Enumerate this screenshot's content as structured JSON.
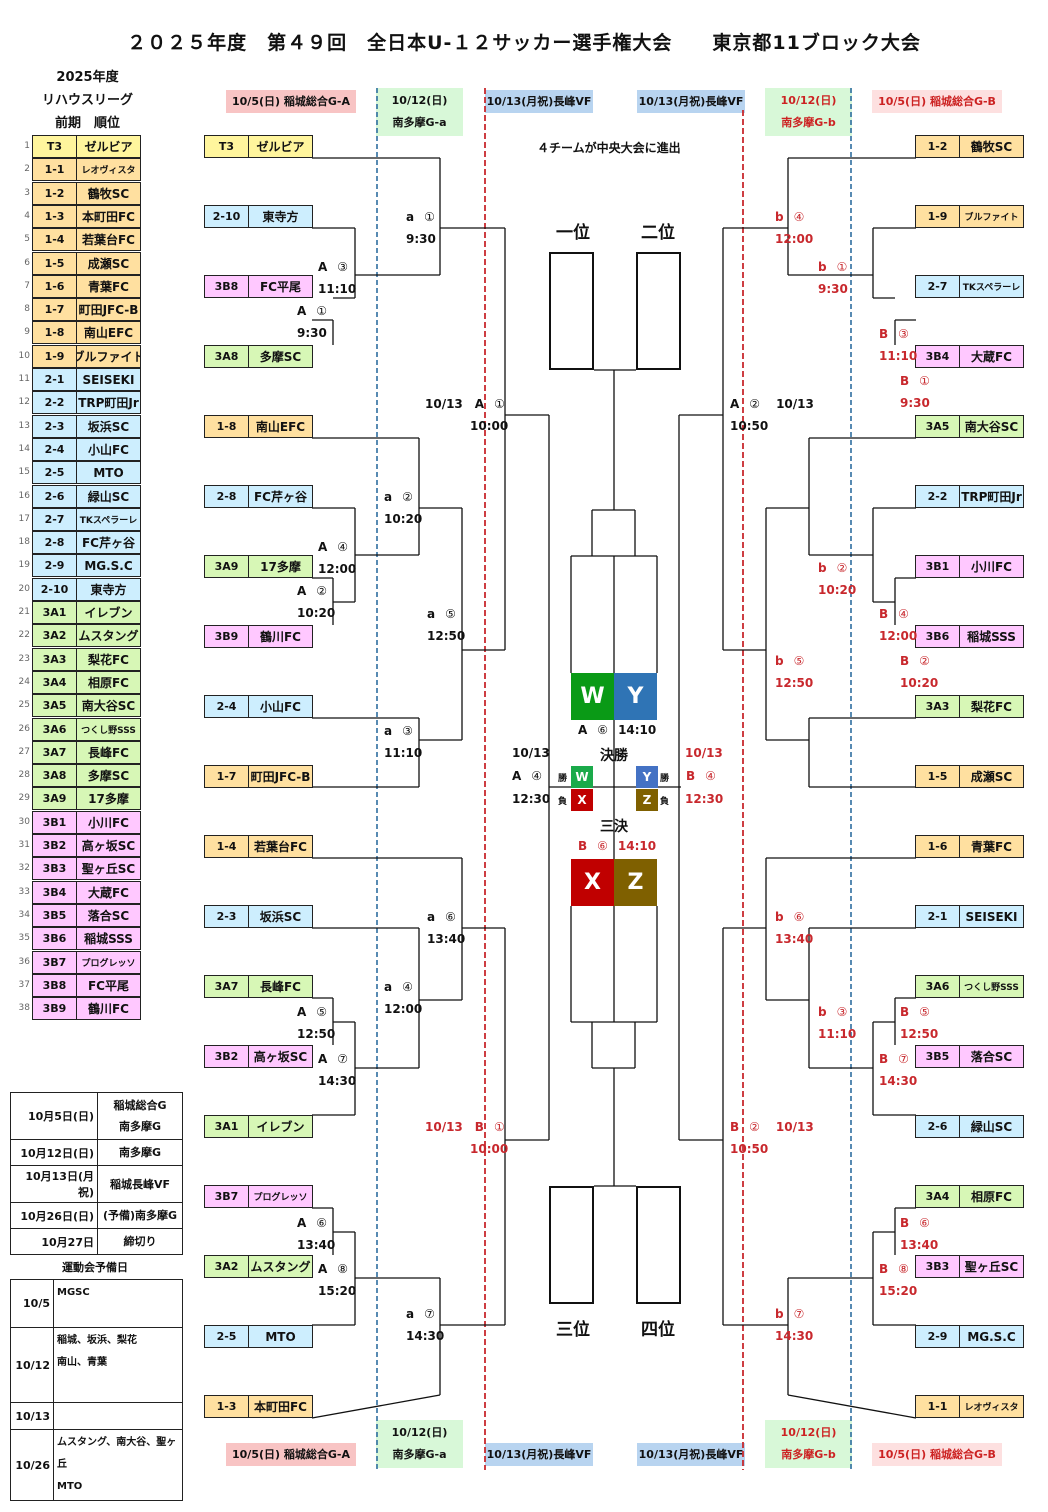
{
  "title": "２０２５年度　第４９回　全日本U-１２サッカー選手権大会　　東京都11ブロック大会",
  "league_header": [
    "2025年度",
    "リハウスリーグ",
    "前期　順位"
  ],
  "rankings": [
    {
      "n": "1",
      "seed": "T3",
      "name": "ゼルビア",
      "color": "y"
    },
    {
      "n": "2",
      "seed": "1-1",
      "name": "レオヴィスタ",
      "color": "o",
      "small": true
    },
    {
      "n": "3",
      "seed": "1-2",
      "name": "鶴牧SC",
      "color": "o"
    },
    {
      "n": "4",
      "seed": "1-3",
      "name": "本町田FC",
      "color": "o"
    },
    {
      "n": "5",
      "seed": "1-4",
      "name": "若葉台FC",
      "color": "o"
    },
    {
      "n": "6",
      "seed": "1-5",
      "name": "成瀬SC",
      "color": "o"
    },
    {
      "n": "7",
      "seed": "1-6",
      "name": "青葉FC",
      "color": "o"
    },
    {
      "n": "8",
      "seed": "1-7",
      "name": "町田JFC-B",
      "color": "o"
    },
    {
      "n": "9",
      "seed": "1-8",
      "name": "南山EFC",
      "color": "o"
    },
    {
      "n": "10",
      "seed": "1-9",
      "name": "ブルファイト",
      "color": "o"
    },
    {
      "n": "11",
      "seed": "2-1",
      "name": "SEISEKI",
      "color": "b"
    },
    {
      "n": "12",
      "seed": "2-2",
      "name": "TRP町田Jr",
      "color": "b"
    },
    {
      "n": "13",
      "seed": "2-3",
      "name": "坂浜SC",
      "color": "b"
    },
    {
      "n": "14",
      "seed": "2-4",
      "name": "小山FC",
      "color": "b"
    },
    {
      "n": "15",
      "seed": "2-5",
      "name": "MTO",
      "color": "b"
    },
    {
      "n": "16",
      "seed": "2-6",
      "name": "緑山SC",
      "color": "b"
    },
    {
      "n": "17",
      "seed": "2-7",
      "name": "TKスペラーレ",
      "color": "b",
      "small": true
    },
    {
      "n": "18",
      "seed": "2-8",
      "name": "FC芹ヶ谷",
      "color": "b"
    },
    {
      "n": "19",
      "seed": "2-9",
      "name": "MG.S.C",
      "color": "b"
    },
    {
      "n": "20",
      "seed": "2-10",
      "name": "東寺方",
      "color": "b"
    },
    {
      "n": "21",
      "seed": "3A1",
      "name": "イレブン",
      "color": "g"
    },
    {
      "n": "22",
      "seed": "3A2",
      "name": "ムスタング",
      "color": "g"
    },
    {
      "n": "23",
      "seed": "3A3",
      "name": "梨花FC",
      "color": "g"
    },
    {
      "n": "24",
      "seed": "3A4",
      "name": "相原FC",
      "color": "g"
    },
    {
      "n": "25",
      "seed": "3A5",
      "name": "南大谷SC",
      "color": "g"
    },
    {
      "n": "26",
      "seed": "3A6",
      "name": "つくし野SSS",
      "color": "g",
      "small": true
    },
    {
      "n": "27",
      "seed": "3A7",
      "name": "長峰FC",
      "color": "g"
    },
    {
      "n": "28",
      "seed": "3A8",
      "name": "多摩SC",
      "color": "g"
    },
    {
      "n": "29",
      "seed": "3A9",
      "name": "17多摩",
      "color": "g"
    },
    {
      "n": "30",
      "seed": "3B1",
      "name": "小川FC",
      "color": "p"
    },
    {
      "n": "31",
      "seed": "3B2",
      "name": "高ヶ坂SC",
      "color": "p"
    },
    {
      "n": "32",
      "seed": "3B3",
      "name": "聖ヶ丘SC",
      "color": "p"
    },
    {
      "n": "33",
      "seed": "3B4",
      "name": "大蔵FC",
      "color": "p"
    },
    {
      "n": "34",
      "seed": "3B5",
      "name": "落合SC",
      "color": "p"
    },
    {
      "n": "35",
      "seed": "3B6",
      "name": "稲城SSS",
      "color": "p"
    },
    {
      "n": "36",
      "seed": "3B7",
      "name": "プログレッソ",
      "color": "p",
      "small": true
    },
    {
      "n": "37",
      "seed": "3B8",
      "name": "FC平尾",
      "color": "p"
    },
    {
      "n": "38",
      "seed": "3B9",
      "name": "鶴川FC",
      "color": "p"
    }
  ],
  "banners": {
    "left_r1": "10/5(日) 稲城総合G-A",
    "left_r2_date": "10/12(日)",
    "left_r2_venue": "南多摩G-a",
    "left_r3": "10/13(月祝)長峰VF",
    "right_r3": "10/13(月祝)長峰VF",
    "right_r2_date": "10/12(日)",
    "right_r2_venue": "南多摩G-b",
    "right_r1": "10/5(日) 稲城総合G-B"
  },
  "advance_note": "４チームが中央大会に進出",
  "left_bracket": [
    {
      "seed": "T3",
      "name": "ゼルビア",
      "color": "y"
    },
    {
      "seed": "2-10",
      "name": "東寺方",
      "color": "b"
    },
    {
      "seed": "3B8",
      "name": "FC平尾",
      "color": "p"
    },
    {
      "seed": "3A8",
      "name": "多摩SC",
      "color": "g"
    },
    {
      "seed": "1-8",
      "name": "南山EFC",
      "color": "o"
    },
    {
      "seed": "2-8",
      "name": "FC芹ヶ谷",
      "color": "b"
    },
    {
      "seed": "3A9",
      "name": "17多摩",
      "color": "g"
    },
    {
      "seed": "3B9",
      "name": "鶴川FC",
      "color": "p"
    },
    {
      "seed": "2-4",
      "name": "小山FC",
      "color": "b"
    },
    {
      "seed": "1-7",
      "name": "町田JFC-B",
      "color": "o"
    },
    {
      "seed": "1-4",
      "name": "若葉台FC",
      "color": "o"
    },
    {
      "seed": "2-3",
      "name": "坂浜SC",
      "color": "b"
    },
    {
      "seed": "3A7",
      "name": "長峰FC",
      "color": "g"
    },
    {
      "seed": "3B2",
      "name": "高ヶ坂SC",
      "color": "p"
    },
    {
      "seed": "3A1",
      "name": "イレブン",
      "color": "g"
    },
    {
      "seed": "3B7",
      "name": "プログレッソ",
      "color": "p",
      "small": true
    },
    {
      "seed": "3A2",
      "name": "ムスタング",
      "color": "g"
    },
    {
      "seed": "2-5",
      "name": "MTO",
      "color": "b"
    },
    {
      "seed": "1-3",
      "name": "本町田FC",
      "color": "o"
    }
  ],
  "right_bracket": [
    {
      "seed": "1-2",
      "name": "鶴牧SC",
      "color": "o"
    },
    {
      "seed": "1-9",
      "name": "ブルファイト",
      "color": "o",
      "small": true
    },
    {
      "seed": "2-7",
      "name": "TKスペラーレ",
      "color": "b",
      "small": true
    },
    {
      "seed": "3B4",
      "name": "大蔵FC",
      "color": "p"
    },
    {
      "seed": "3A5",
      "name": "南大谷SC",
      "color": "g"
    },
    {
      "seed": "2-2",
      "name": "TRP町田Jr",
      "color": "b"
    },
    {
      "seed": "3B1",
      "name": "小川FC",
      "color": "p"
    },
    {
      "seed": "3B6",
      "name": "稲城SSS",
      "color": "p"
    },
    {
      "seed": "3A3",
      "name": "梨花FC",
      "color": "g"
    },
    {
      "seed": "1-5",
      "name": "成瀬SC",
      "color": "o"
    },
    {
      "seed": "1-6",
      "name": "青葉FC",
      "color": "o"
    },
    {
      "seed": "2-1",
      "name": "SEISEKI",
      "color": "b"
    },
    {
      "seed": "3A6",
      "name": "つくし野SSS",
      "color": "g",
      "small": true
    },
    {
      "seed": "3B5",
      "name": "落合SC",
      "color": "p"
    },
    {
      "seed": "2-6",
      "name": "緑山SC",
      "color": "b"
    },
    {
      "seed": "3A4",
      "name": "相原FC",
      "color": "g"
    },
    {
      "seed": "3B3",
      "name": "聖ヶ丘SC",
      "color": "p"
    },
    {
      "seed": "2-9",
      "name": "MG.S.C",
      "color": "b"
    },
    {
      "seed": "1-1",
      "name": "レオヴィスタ",
      "color": "o",
      "small": true
    }
  ],
  "matches_left": [
    {
      "id": "A1",
      "label": "A",
      "num": "①",
      "time": "9:30"
    },
    {
      "id": "A2",
      "label": "A",
      "num": "②",
      "time": "10:20"
    },
    {
      "id": "A3",
      "label": "A",
      "num": "③",
      "time": "11:10"
    },
    {
      "id": "A4",
      "label": "A",
      "num": "④",
      "time": "12:00"
    },
    {
      "id": "A5",
      "label": "A",
      "num": "⑤",
      "time": "12:50"
    },
    {
      "id": "A6",
      "label": "A",
      "num": "⑥",
      "time": "13:40"
    },
    {
      "id": "A7",
      "label": "A",
      "num": "⑦",
      "time": "14:30"
    },
    {
      "id": "A8",
      "label": "A",
      "num": "⑧",
      "time": "15:20"
    },
    {
      "id": "a1",
      "label": "a",
      "num": "①",
      "time": "9:30"
    },
    {
      "id": "a2",
      "label": "a",
      "num": "②",
      "time": "10:20"
    },
    {
      "id": "a3",
      "label": "a",
      "num": "③",
      "time": "11:10"
    },
    {
      "id": "a4",
      "label": "a",
      "num": "④",
      "time": "12:00"
    },
    {
      "id": "a5",
      "label": "a",
      "num": "⑤",
      "time": "12:50"
    },
    {
      "id": "a6",
      "label": "a",
      "num": "⑥",
      "time": "13:40"
    },
    {
      "id": "a7",
      "label": "a",
      "num": "⑦",
      "time": "14:30"
    },
    {
      "id": "QA1",
      "date": "10/13",
      "label": "A",
      "num": "①",
      "time": "10:00"
    },
    {
      "id": "QB1",
      "date": "10/13",
      "label": "B",
      "num": "①",
      "time": "10:00"
    }
  ],
  "matches_right": [
    {
      "id": "B1",
      "label": "B",
      "num": "①",
      "time": "9:30"
    },
    {
      "id": "B2",
      "label": "B",
      "num": "②",
      "time": "10:20"
    },
    {
      "id": "B3",
      "label": "B",
      "num": "③",
      "time": "11:10"
    },
    {
      "id": "B4",
      "label": "B",
      "num": "④",
      "time": "12:00"
    },
    {
      "id": "B5",
      "label": "B",
      "num": "⑤",
      "time": "12:50"
    },
    {
      "id": "B6",
      "label": "B",
      "num": "⑥",
      "time": "13:40"
    },
    {
      "id": "B7",
      "label": "B",
      "num": "⑦",
      "time": "14:30"
    },
    {
      "id": "B8",
      "label": "B",
      "num": "⑧",
      "time": "15:20"
    },
    {
      "id": "b1",
      "label": "b",
      "num": "①",
      "time": "9:30"
    },
    {
      "id": "b2",
      "label": "b",
      "num": "②",
      "time": "10:20"
    },
    {
      "id": "b3",
      "label": "b",
      "num": "③",
      "time": "11:10"
    },
    {
      "id": "b4",
      "label": "b",
      "num": "④",
      "time": "12:00"
    },
    {
      "id": "b5",
      "label": "b",
      "num": "⑤",
      "time": "12:50"
    },
    {
      "id": "b6",
      "label": "b",
      "num": "⑥",
      "time": "13:40"
    },
    {
      "id": "b7",
      "label": "b",
      "num": "⑦",
      "time": "14:30"
    },
    {
      "id": "QA2",
      "date": "10/13",
      "label": "A",
      "num": "②",
      "time": "10:50"
    },
    {
      "id": "QB2",
      "date": "10/13",
      "label": "B",
      "num": "②",
      "time": "10:50"
    }
  ],
  "center": {
    "places": [
      "一位",
      "二位",
      "三位",
      "四位"
    ],
    "final_label": "決勝",
    "third_label": "三決",
    "final_match": {
      "label": "A",
      "num": "⑥",
      "time": "14:10"
    },
    "third_match": {
      "label": "B",
      "num": "⑥",
      "time": "14:10"
    },
    "semi_left": {
      "date": "10/13",
      "label": "A",
      "num": "④",
      "time": "12:30"
    },
    "semi_right": {
      "date": "10/13",
      "label": "B",
      "num": "④",
      "time": "12:30"
    },
    "win_label": "勝",
    "lose_label": "負",
    "letters": {
      "W": "W",
      "X": "X",
      "Y": "Y",
      "Z": "Z"
    },
    "colors": {
      "W": "#0a9a16",
      "Y": "#2f74b5",
      "X": "#c00000",
      "Z": "#7f6000",
      "Wsmall": "#1aaa4a",
      "Ysmall": "#4472c4"
    }
  },
  "schedule": [
    {
      "date": "10月5日(日)",
      "venue": [
        "稲城総合G",
        "南多摩G"
      ]
    },
    {
      "date": "10月12日(日)",
      "venue": [
        "南多摩G"
      ]
    },
    {
      "date": "10月13日(月祝)",
      "venue": [
        "稲城長峰VF"
      ]
    },
    {
      "date": "10月26日(日)",
      "venue": [
        "(予備)南多摩G"
      ]
    },
    {
      "date": "10月27日",
      "venue": [
        "締切り"
      ]
    }
  ],
  "reserve_title": "運動会予備日",
  "reserve": [
    {
      "date": "10/5",
      "teams": [
        "MGSC"
      ]
    },
    {
      "date": "10/12",
      "teams": [
        "稲城、坂浜、梨花",
        "南山、青葉"
      ]
    },
    {
      "date": "10/13",
      "teams": []
    },
    {
      "date": "10/26",
      "teams": [
        "ムスタング、南大谷、聖ヶ丘",
        "MTO"
      ]
    }
  ]
}
